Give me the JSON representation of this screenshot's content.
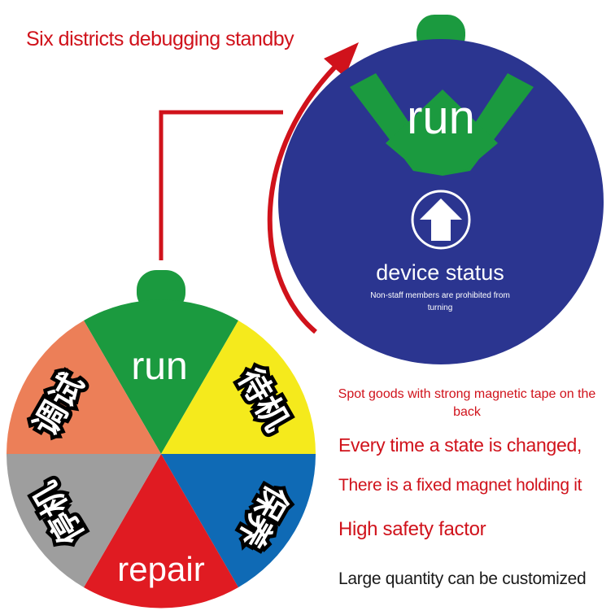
{
  "headline": "Six districts debugging standby",
  "front_disc": {
    "status_label": "run",
    "caption_title": "device status",
    "caption_subtitle": "Non-staff members are prohibited from turning",
    "arrow_icon": "up-arrow-icon",
    "colors": {
      "background": "#2b3590",
      "window": "#1b9a3f",
      "tab": "#1b9a3f"
    }
  },
  "status_wheel": {
    "segments": [
      {
        "label": "run",
        "color": "#1b9a3f"
      },
      {
        "label": "待机",
        "color": "#f5ea1c"
      },
      {
        "label": "保养",
        "color": "#0f6ab5"
      },
      {
        "label": "repair",
        "color": "#e01b22"
      },
      {
        "label": "停机",
        "color": "#9e9e9e"
      },
      {
        "label": "调试",
        "color": "#ec7f58"
      }
    ]
  },
  "notes": {
    "magnetic_tape": "Spot goods with strong magnetic tape on the back",
    "state_change": "Every time a state is changed,",
    "fixed_magnet": "There is a fixed magnet holding it",
    "safety": "High safety factor",
    "customization": "Large quantity can be customized"
  },
  "arrow_color": "#d0121b"
}
